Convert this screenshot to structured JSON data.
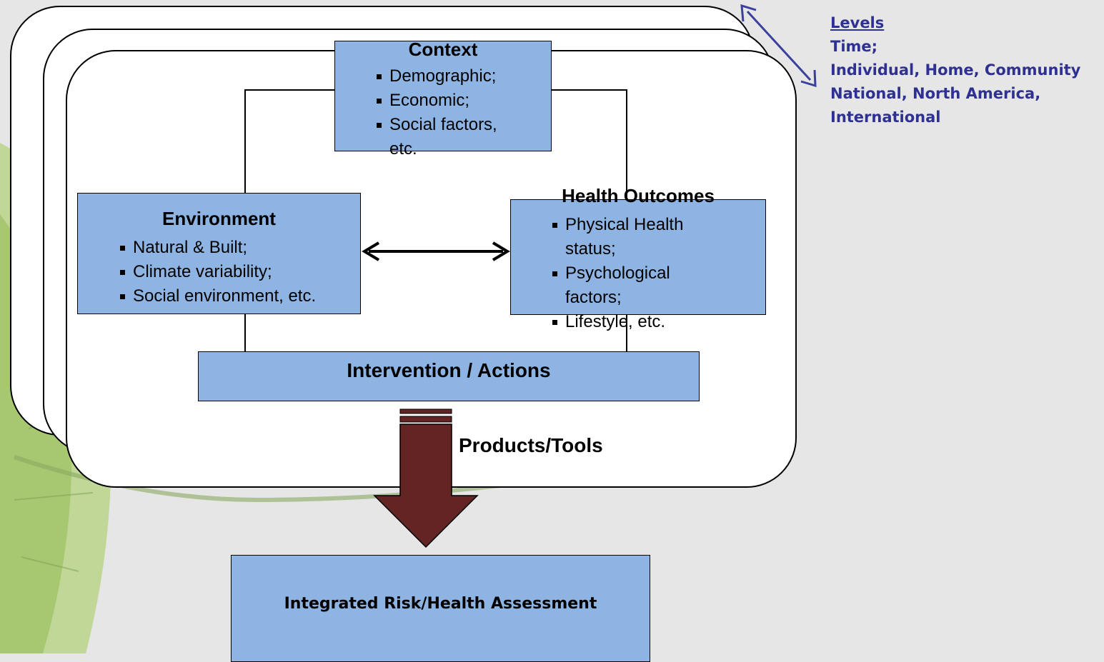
{
  "context": {
    "title": "Context",
    "items": [
      "Demographic;",
      "Economic;",
      "Social factors, etc."
    ]
  },
  "environment": {
    "title": "Environment",
    "items": [
      "Natural & Built;",
      "Climate variability;",
      "Social environment, etc."
    ]
  },
  "health": {
    "title": "Health Outcomes",
    "items": [
      "Physical Health status;",
      "Psychological factors;",
      "Lifestyle, etc."
    ]
  },
  "intervention": {
    "label": "Intervention / Actions"
  },
  "products": {
    "label": "Products/Tools"
  },
  "assessment": {
    "label": "Integrated Risk/Health Assessment"
  },
  "levels": {
    "heading": "Levels",
    "lines": [
      "Time;",
      "Individual, Home, Community",
      "National, North America,",
      "International"
    ]
  },
  "colors": {
    "box_fill": "#8db4e2",
    "arrow_fill": "#632423",
    "levels_text": "#2e3192",
    "leaf_green": "#a8c96a",
    "background": "#e6e6e6"
  }
}
